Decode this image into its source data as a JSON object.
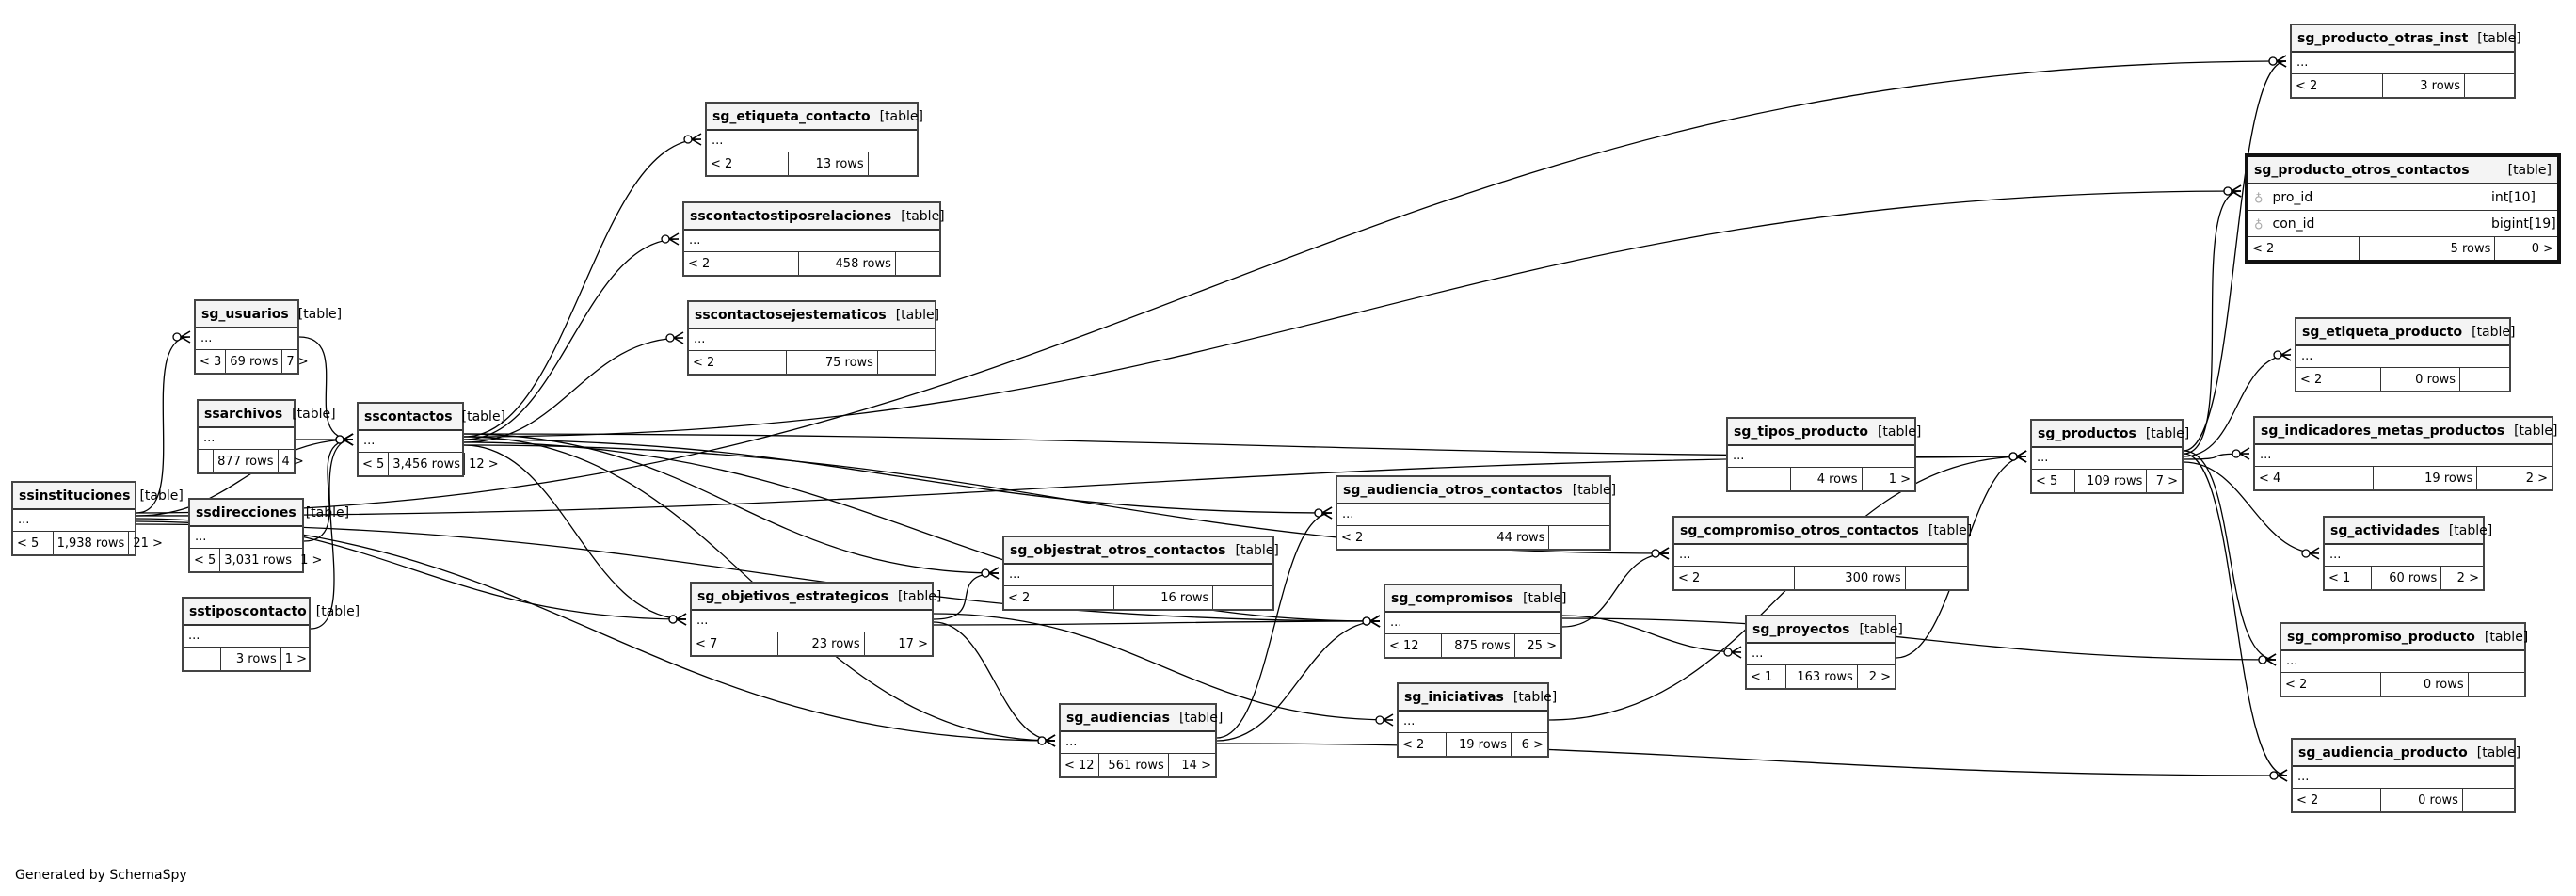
{
  "footer": "Generated by SchemaSpy",
  "kind_label": "[table]",
  "body_placeholder": "...",
  "tables": [
    {
      "id": "ssinstituciones",
      "name": "ssinstituciones",
      "parents": "< 5",
      "rows": "1,938 rows",
      "children": "21 >"
    },
    {
      "id": "sg_usuarios",
      "name": "sg_usuarios",
      "parents": "< 3",
      "rows": "69 rows",
      "children": "7 >"
    },
    {
      "id": "ssarchivos",
      "name": "ssarchivos",
      "parents": "",
      "rows": "877 rows",
      "children": "4 >"
    },
    {
      "id": "ssdirecciones",
      "name": "ssdirecciones",
      "parents": "< 5",
      "rows": "3,031 rows",
      "children": "1 >"
    },
    {
      "id": "sstiposcontacto",
      "name": "sstiposcontacto",
      "parents": "",
      "rows": "3 rows",
      "children": "1 >"
    },
    {
      "id": "sscontactos",
      "name": "sscontactos",
      "parents": "< 5",
      "rows": "3,456 rows",
      "children": "12 >"
    },
    {
      "id": "sg_etiqueta_contacto",
      "name": "sg_etiqueta_contacto",
      "parents": "< 2",
      "rows": "13 rows",
      "children": ""
    },
    {
      "id": "sscontactostiposrelaciones",
      "name": "sscontactostiposrelaciones",
      "parents": "< 2",
      "rows": "458 rows",
      "children": ""
    },
    {
      "id": "sscontactosejestematicos",
      "name": "sscontactosejestematicos",
      "parents": "< 2",
      "rows": "75 rows",
      "children": ""
    },
    {
      "id": "sg_objetivos_estrategicos",
      "name": "sg_objetivos_estrategicos",
      "parents": "< 7",
      "rows": "23 rows",
      "children": "17 >"
    },
    {
      "id": "sg_objestrat_otros_contactos",
      "name": "sg_objestrat_otros_contactos",
      "parents": "< 2",
      "rows": "16 rows",
      "children": ""
    },
    {
      "id": "sg_audiencias",
      "name": "sg_audiencias",
      "parents": "< 12",
      "rows": "561 rows",
      "children": "14 >"
    },
    {
      "id": "sg_audiencia_otros_contactos",
      "name": "sg_audiencia_otros_contactos",
      "parents": "< 2",
      "rows": "44 rows",
      "children": ""
    },
    {
      "id": "sg_compromisos",
      "name": "sg_compromisos",
      "parents": "< 12",
      "rows": "875 rows",
      "children": "25 >"
    },
    {
      "id": "sg_iniciativas",
      "name": "sg_iniciativas",
      "parents": "< 2",
      "rows": "19 rows",
      "children": "6 >"
    },
    {
      "id": "sg_compromiso_otros_contactos",
      "name": "sg_compromiso_otros_contactos",
      "parents": "< 2",
      "rows": "300 rows",
      "children": ""
    },
    {
      "id": "sg_tipos_producto",
      "name": "sg_tipos_producto",
      "parents": "",
      "rows": "4 rows",
      "children": "1 >"
    },
    {
      "id": "sg_proyectos",
      "name": "sg_proyectos",
      "parents": "< 1",
      "rows": "163 rows",
      "children": "2 >"
    },
    {
      "id": "sg_productos",
      "name": "sg_productos",
      "parents": "< 5",
      "rows": "109 rows",
      "children": "7 >"
    },
    {
      "id": "sg_producto_otras_inst",
      "name": "sg_producto_otras_inst",
      "parents": "< 2",
      "rows": "3 rows",
      "children": ""
    },
    {
      "id": "sg_producto_otros_contactos",
      "name": "sg_producto_otros_contactos",
      "parents": "< 2",
      "rows": "5 rows",
      "children": "0 >",
      "selected": true,
      "columns": [
        {
          "name": "pro_id",
          "type": "int[10]",
          "icon": "foreign-key-icon"
        },
        {
          "name": "con_id",
          "type": "bigint[19]",
          "icon": "foreign-key-icon"
        }
      ]
    },
    {
      "id": "sg_etiqueta_producto",
      "name": "sg_etiqueta_producto",
      "parents": "< 2",
      "rows": "0 rows",
      "children": ""
    },
    {
      "id": "sg_indicadores_metas_productos",
      "name": "sg_indicadores_metas_productos",
      "parents": "< 4",
      "rows": "19 rows",
      "children": "2 >"
    },
    {
      "id": "sg_actividades",
      "name": "sg_actividades",
      "parents": "< 1",
      "rows": "60 rows",
      "children": "2 >"
    },
    {
      "id": "sg_compromiso_producto",
      "name": "sg_compromiso_producto",
      "parents": "< 2",
      "rows": "0 rows",
      "children": ""
    },
    {
      "id": "sg_audiencia_producto",
      "name": "sg_audiencia_producto",
      "parents": "< 2",
      "rows": "0 rows",
      "children": ""
    }
  ],
  "relationships": [
    {
      "from": "ssinstituciones",
      "to": "sg_usuarios"
    },
    {
      "from": "ssinstituciones",
      "to": "sscontactos"
    },
    {
      "from": "ssinstituciones",
      "to": "sg_objetivos_estrategicos"
    },
    {
      "from": "ssinstituciones",
      "to": "sg_audiencias"
    },
    {
      "from": "ssinstituciones",
      "to": "sg_compromisos"
    },
    {
      "from": "ssinstituciones",
      "to": "sg_producto_otras_inst"
    },
    {
      "from": "ssinstituciones",
      "to": "sg_productos"
    },
    {
      "from": "sg_usuarios",
      "to": "sscontactos"
    },
    {
      "from": "ssarchivos",
      "to": "sscontactos"
    },
    {
      "from": "ssdirecciones",
      "to": "sscontactos"
    },
    {
      "from": "sstiposcontacto",
      "to": "sscontactos"
    },
    {
      "from": "sscontactos",
      "to": "sg_etiqueta_contacto"
    },
    {
      "from": "sscontactos",
      "to": "sscontactostiposrelaciones"
    },
    {
      "from": "sscontactos",
      "to": "sscontactosejestematicos"
    },
    {
      "from": "sscontactos",
      "to": "sg_objetivos_estrategicos"
    },
    {
      "from": "sscontactos",
      "to": "sg_objestrat_otros_contactos"
    },
    {
      "from": "sscontactos",
      "to": "sg_audiencias"
    },
    {
      "from": "sscontactos",
      "to": "sg_audiencia_otros_contactos"
    },
    {
      "from": "sscontactos",
      "to": "sg_compromisos"
    },
    {
      "from": "sscontactos",
      "to": "sg_compromiso_otros_contactos"
    },
    {
      "from": "sscontactos",
      "to": "sg_productos"
    },
    {
      "from": "sscontactos",
      "to": "sg_producto_otros_contactos"
    },
    {
      "from": "sg_objetivos_estrategicos",
      "to": "sg_objestrat_otros_contactos"
    },
    {
      "from": "sg_objetivos_estrategicos",
      "to": "sg_audiencias"
    },
    {
      "from": "sg_objetivos_estrategicos",
      "to": "sg_compromisos"
    },
    {
      "from": "sg_objetivos_estrategicos",
      "to": "sg_iniciativas"
    },
    {
      "from": "sg_audiencias",
      "to": "sg_audiencia_otros_contactos"
    },
    {
      "from": "sg_audiencias",
      "to": "sg_compromisos"
    },
    {
      "from": "sg_audiencias",
      "to": "sg_audiencia_producto"
    },
    {
      "from": "sg_compromisos",
      "to": "sg_compromiso_otros_contactos"
    },
    {
      "from": "sg_compromisos",
      "to": "sg_proyectos"
    },
    {
      "from": "sg_compromisos",
      "to": "sg_compromiso_producto"
    },
    {
      "from": "sg_iniciativas",
      "to": "sg_productos"
    },
    {
      "from": "sg_tipos_producto",
      "to": "sg_productos"
    },
    {
      "from": "sg_proyectos",
      "to": "sg_productos"
    },
    {
      "from": "sg_productos",
      "to": "sg_producto_otras_inst"
    },
    {
      "from": "sg_productos",
      "to": "sg_producto_otros_contactos"
    },
    {
      "from": "sg_productos",
      "to": "sg_etiqueta_producto"
    },
    {
      "from": "sg_productos",
      "to": "sg_indicadores_metas_productos"
    },
    {
      "from": "sg_productos",
      "to": "sg_actividades"
    },
    {
      "from": "sg_productos",
      "to": "sg_compromiso_producto"
    },
    {
      "from": "sg_productos",
      "to": "sg_audiencia_producto"
    }
  ]
}
